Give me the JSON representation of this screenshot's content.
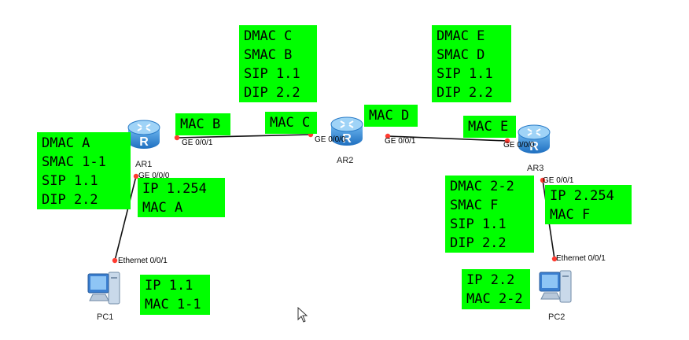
{
  "devices": {
    "ar1": "AR1",
    "ar2": "AR2",
    "ar3": "AR3",
    "pc1": "PC1",
    "pc2": "PC2",
    "router_glyph": "R"
  },
  "ports": {
    "ar1_ge001": "GE 0/0/1",
    "ar1_ge000": "GE 0/0/0",
    "ar2_ge000": "GE 0/0/0",
    "ar2_ge001": "GE 0/0/1",
    "ar3_ge000": "GE 0/0/0",
    "ar3_ge001": "GE 0/0/1",
    "pc1_eth": "Ethernet 0/0/1",
    "pc2_eth": "Ethernet 0/0/1"
  },
  "boxes": {
    "frame_ar1": [
      "DMAC A",
      "SMAC 1-1",
      "SIP 1.1",
      "DIP 2.2"
    ],
    "frame_ar1_ar2": [
      "DMAC C",
      "SMAC B",
      "SIP 1.1",
      "DIP 2.2"
    ],
    "frame_ar2_ar3": [
      "DMAC E",
      "SMAC D",
      "SIP 1.1",
      "DIP 2.2"
    ],
    "frame_ar3": [
      "DMAC 2-2",
      "SMAC F",
      "SIP 1.1",
      "DIP 2.2"
    ],
    "mac_b": [
      "MAC B"
    ],
    "mac_c": [
      "MAC C"
    ],
    "mac_d": [
      "MAC D"
    ],
    "mac_e": [
      "MAC E"
    ],
    "ar1_g0": [
      "IP 1.254",
      "MAC A"
    ],
    "ar3_g1": [
      "IP 2.254",
      "MAC F"
    ],
    "pc1_info": [
      "IP 1.1",
      "MAC 1-1"
    ],
    "pc2_info": [
      "IP 2.2",
      "MAC 2-2"
    ]
  },
  "colors": {
    "label_bg": "#00ff00",
    "port_dot": "#ff3b30",
    "link": "#111111",
    "router_blue": "#2f88d8"
  }
}
